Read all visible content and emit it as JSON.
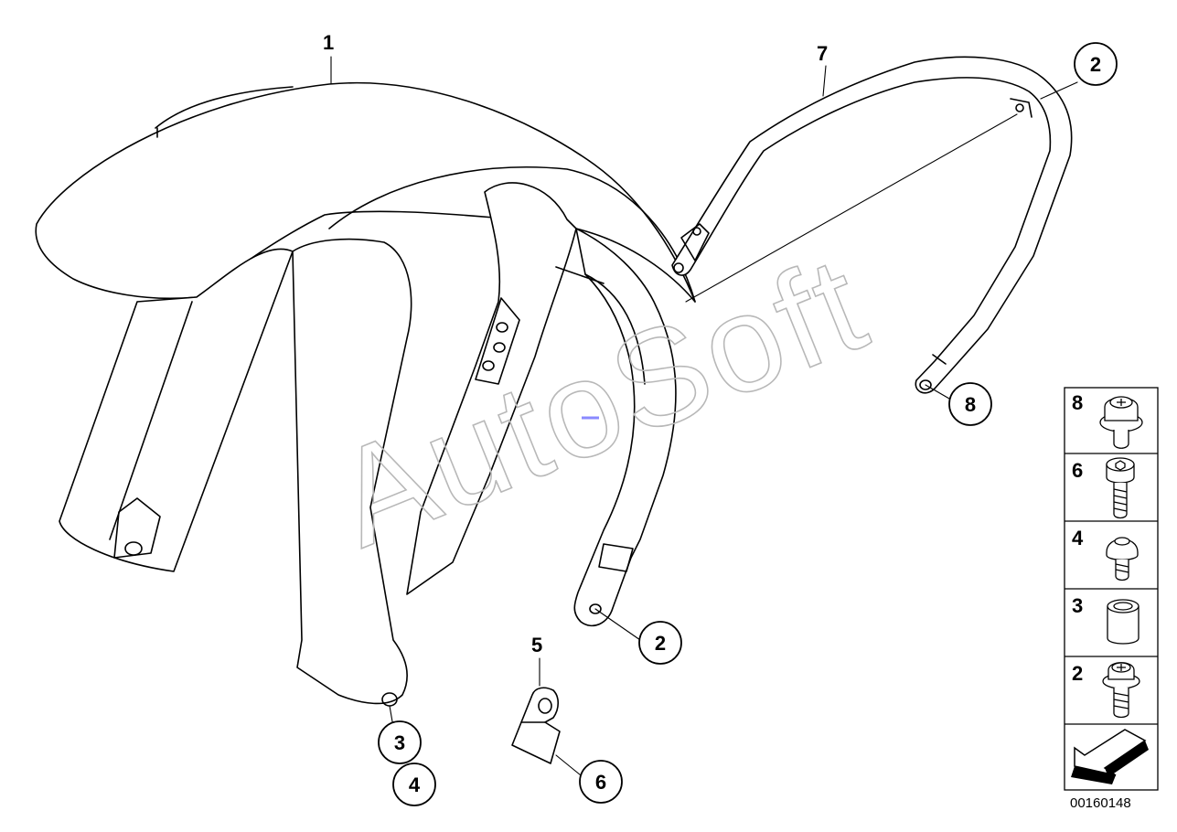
{
  "watermark": "AutoSoft",
  "diagram_code": "00160148",
  "callouts": {
    "fender": "1",
    "bracket": "7",
    "screw_top": "2",
    "screw_bracket_end": "8",
    "screw_fender_end": "2",
    "bushing": "3",
    "screw_lower": "4",
    "clip": "5",
    "screw_clip": "6"
  },
  "legend": [
    {
      "number": "8",
      "part_icon": "collar-screw-icon"
    },
    {
      "number": "6",
      "part_icon": "hex-socket-screw-icon"
    },
    {
      "number": "4",
      "part_icon": "button-head-screw-icon"
    },
    {
      "number": "3",
      "part_icon": "bushing-icon"
    },
    {
      "number": "2",
      "part_icon": "flange-screw-icon"
    },
    {
      "number": "",
      "part_icon": "direction-arrow-icon"
    }
  ]
}
